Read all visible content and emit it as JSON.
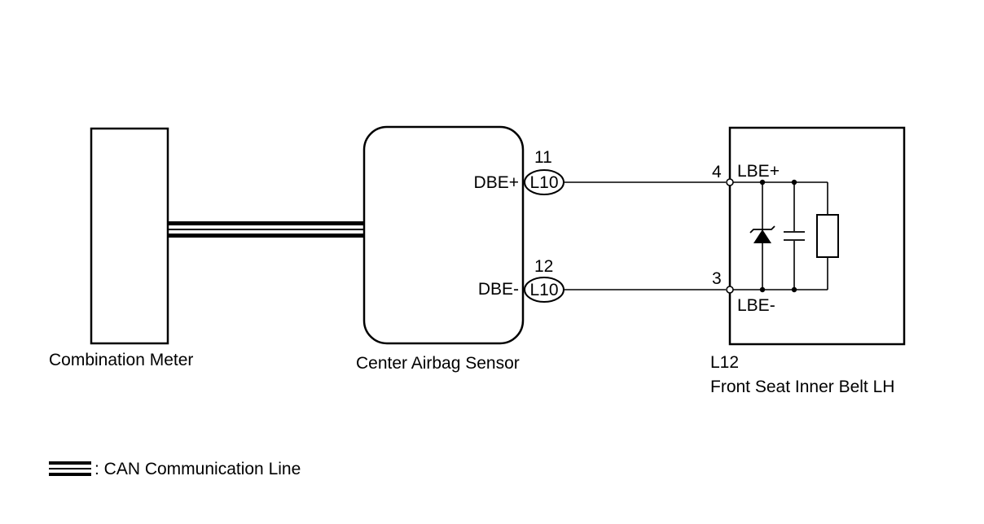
{
  "components": {
    "combination_meter": {
      "label": "Combination Meter"
    },
    "center_airbag_sensor": {
      "label": "Center Airbag Sensor",
      "pins": [
        {
          "number": "11",
          "connector": "L10",
          "signal": "DBE+"
        },
        {
          "number": "12",
          "connector": "L10",
          "signal": "DBE-"
        }
      ]
    },
    "front_seat_inner_belt": {
      "connector": "L12",
      "label": "Front Seat Inner Belt LH",
      "pins": [
        {
          "number": "4",
          "signal": "LBE+"
        },
        {
          "number": "3",
          "signal": "LBE-"
        }
      ]
    }
  },
  "legend": {
    "label": ": CAN Communication Line"
  }
}
